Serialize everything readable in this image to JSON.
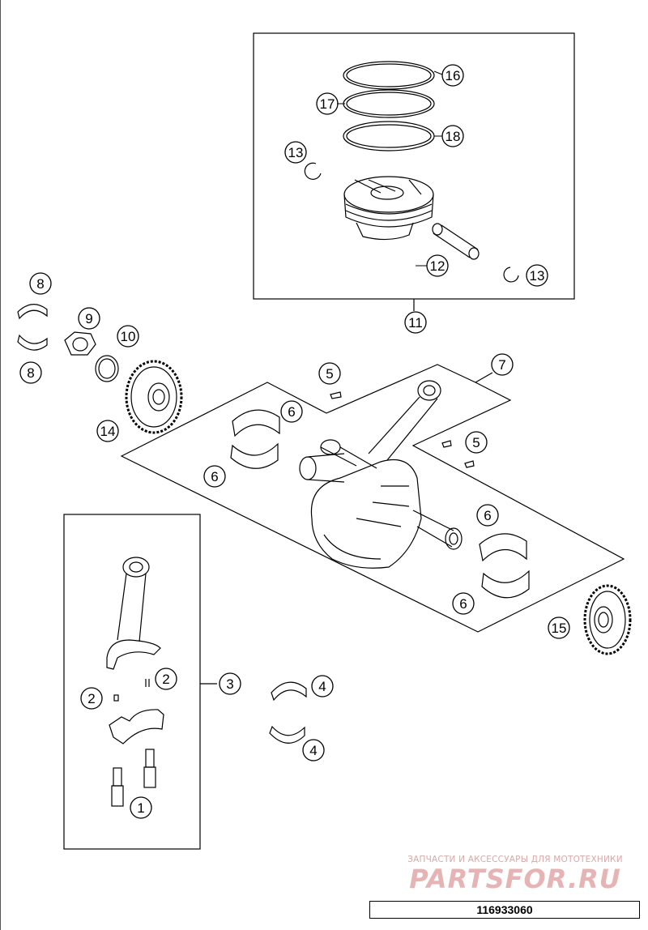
{
  "diagram": {
    "callouts": [
      {
        "id": "c16",
        "label": "16"
      },
      {
        "id": "c17",
        "label": "17"
      },
      {
        "id": "c18",
        "label": "18"
      },
      {
        "id": "c13a",
        "label": "13"
      },
      {
        "id": "c12",
        "label": "12"
      },
      {
        "id": "c13b",
        "label": "13"
      },
      {
        "id": "c11",
        "label": "11"
      },
      {
        "id": "c8a",
        "label": "8"
      },
      {
        "id": "c8b",
        "label": "8"
      },
      {
        "id": "c9",
        "label": "9"
      },
      {
        "id": "c10",
        "label": "10"
      },
      {
        "id": "c14",
        "label": "14"
      },
      {
        "id": "c7",
        "label": "7"
      },
      {
        "id": "c5a",
        "label": "5"
      },
      {
        "id": "c5b",
        "label": "5"
      },
      {
        "id": "c6a",
        "label": "6"
      },
      {
        "id": "c6b",
        "label": "6"
      },
      {
        "id": "c6c",
        "label": "6"
      },
      {
        "id": "c6d",
        "label": "6"
      },
      {
        "id": "c15",
        "label": "15"
      },
      {
        "id": "c2a",
        "label": "2"
      },
      {
        "id": "c2b",
        "label": "2"
      },
      {
        "id": "c3",
        "label": "3"
      },
      {
        "id": "c4a",
        "label": "4"
      },
      {
        "id": "c4b",
        "label": "4"
      },
      {
        "id": "c1",
        "label": "1"
      }
    ]
  },
  "watermark": {
    "tagline": "ЗАПЧАСТИ И АКСЕССУАРЫ ДЛЯ МОТОТЕХНИКИ",
    "logo": "PARTSFOR.RU"
  },
  "document_number": "116933060"
}
